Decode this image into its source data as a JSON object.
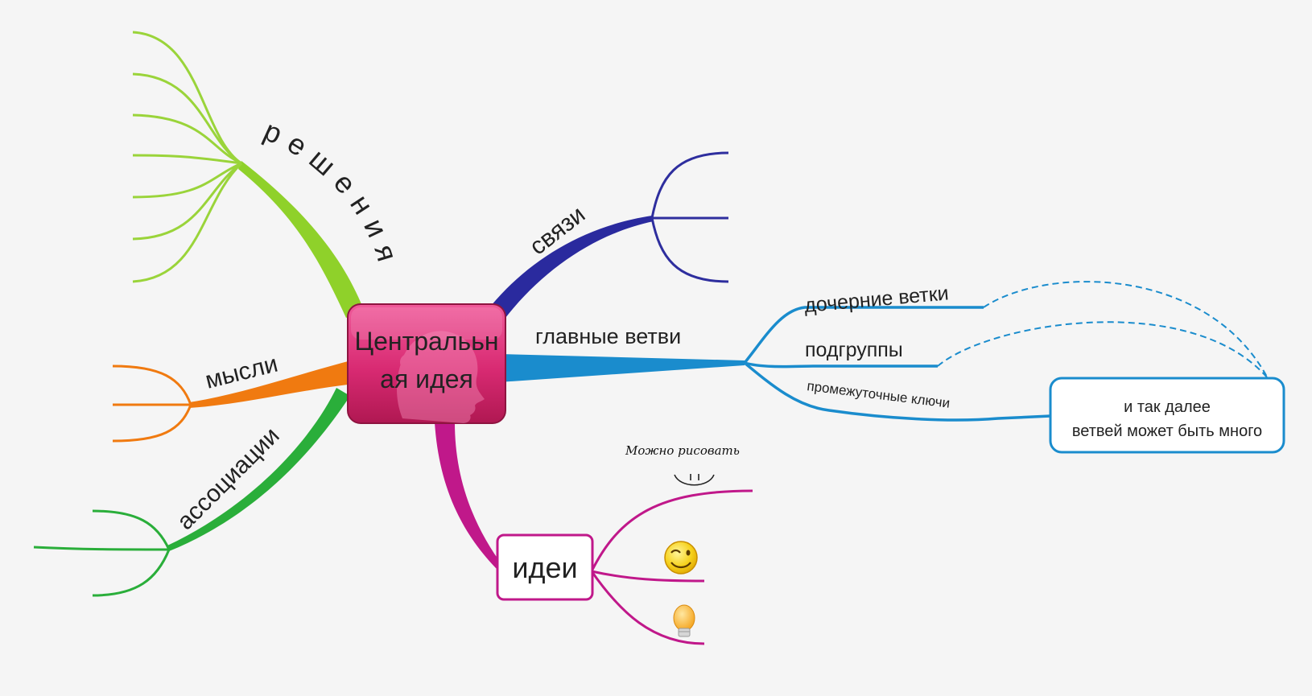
{
  "central": {
    "line1": "Централььн",
    "line2": "ая идея"
  },
  "branches": {
    "resheniya": {
      "label": "решения",
      "color": "#8fd12a"
    },
    "svyazi": {
      "label": "связи",
      "color": "#2a2a9e"
    },
    "glavnye": {
      "label": "главные ветви",
      "color": "#1a8ccd"
    },
    "mysli": {
      "label": "мысли",
      "color": "#f07a10"
    },
    "assotsiatsii": {
      "label": "ассоциации",
      "color": "#2aae3a"
    },
    "idei": {
      "label": "идеи",
      "color": "#c0188a"
    }
  },
  "sub_branches": {
    "docherniye": "дочерние ветки",
    "podgruppy": "подгруппы",
    "promezhutochnye": "промежуточные ключи"
  },
  "note_box": {
    "line1": "и так далее",
    "line2": "ветвей может быть много"
  },
  "handwritten_note": "Можно рисовать",
  "icons": [
    "smiley-drawing-icon",
    "winking-smiley-icon",
    "lightbulb-icon"
  ]
}
